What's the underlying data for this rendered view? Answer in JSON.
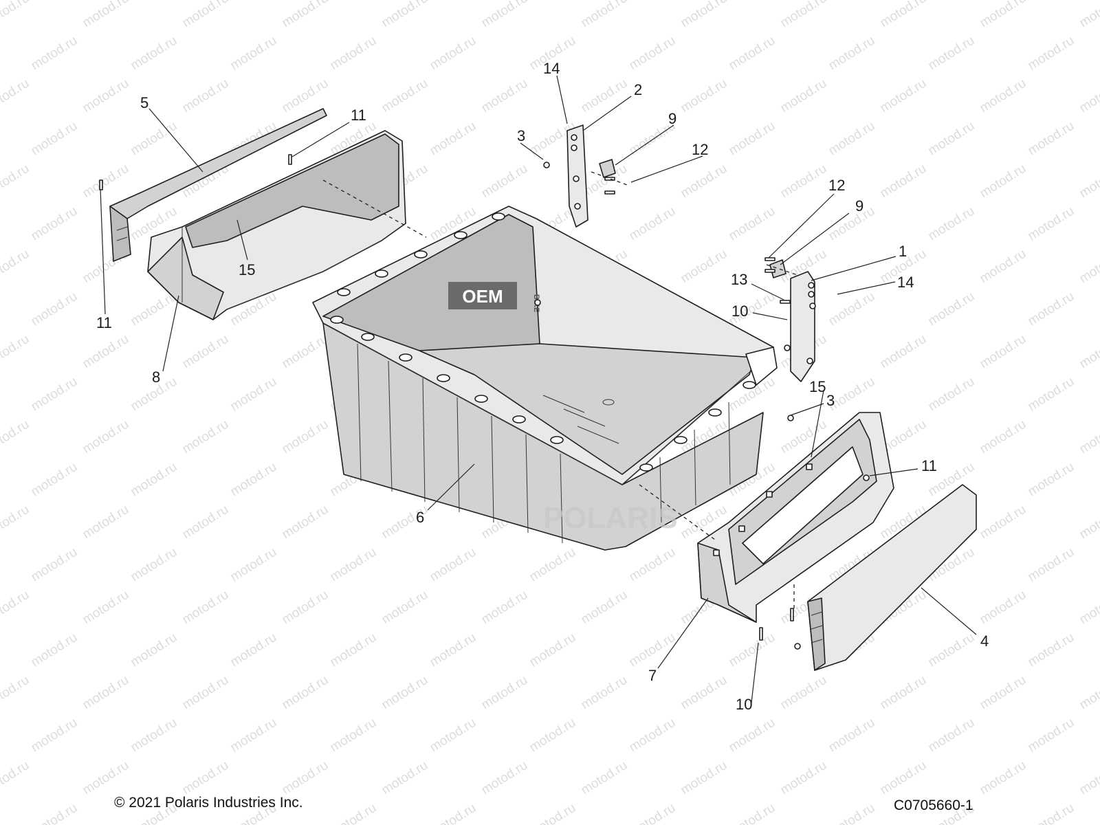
{
  "watermark": {
    "text": "motod.ru"
  },
  "badges": {
    "oem": "OEM",
    "bike": "BIKE",
    "brand": "POLARIS"
  },
  "callouts": [
    {
      "id": "c1",
      "label": "1"
    },
    {
      "id": "c2",
      "label": "2"
    },
    {
      "id": "c3a",
      "label": "3"
    },
    {
      "id": "c3b",
      "label": "3"
    },
    {
      "id": "c4",
      "label": "4"
    },
    {
      "id": "c5",
      "label": "5"
    },
    {
      "id": "c6",
      "label": "6"
    },
    {
      "id": "c7",
      "label": "7"
    },
    {
      "id": "c8",
      "label": "8"
    },
    {
      "id": "c9a",
      "label": "9"
    },
    {
      "id": "c9b",
      "label": "9"
    },
    {
      "id": "c10a",
      "label": "10"
    },
    {
      "id": "c10b",
      "label": "10"
    },
    {
      "id": "c11a",
      "label": "11"
    },
    {
      "id": "c11b",
      "label": "11"
    },
    {
      "id": "c11c",
      "label": "11"
    },
    {
      "id": "c12a",
      "label": "12"
    },
    {
      "id": "c12b",
      "label": "12"
    },
    {
      "id": "c13",
      "label": "13"
    },
    {
      "id": "c14a",
      "label": "14"
    },
    {
      "id": "c14b",
      "label": "14"
    },
    {
      "id": "c15a",
      "label": "15"
    },
    {
      "id": "c15b",
      "label": "15"
    }
  ],
  "footer": {
    "copyright": "© 2021 Polaris Industries Inc.",
    "code": "C0705660-1"
  }
}
